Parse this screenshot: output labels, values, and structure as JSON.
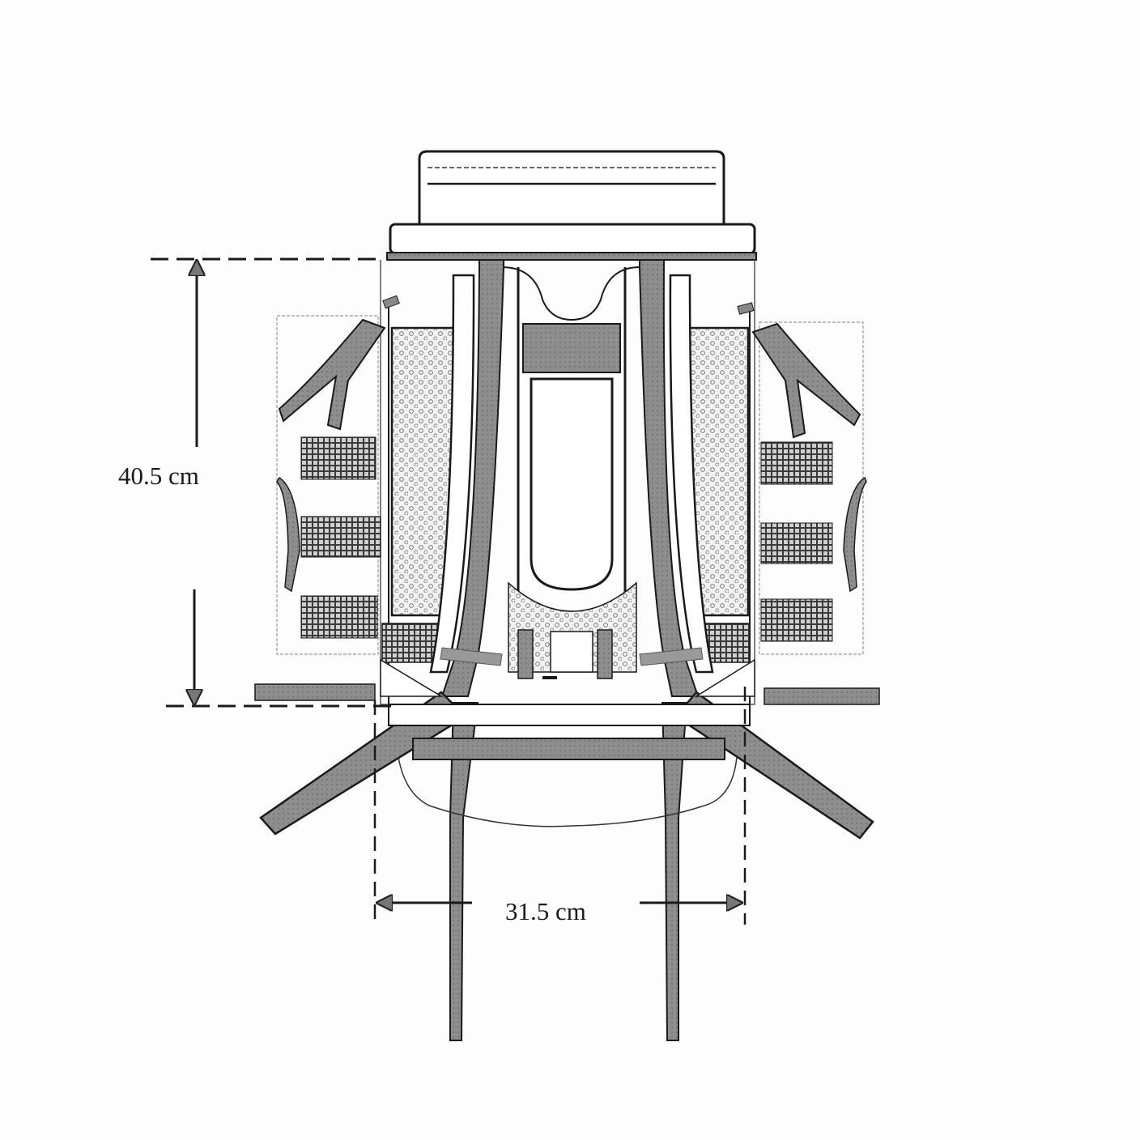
{
  "figure": {
    "subject": "backpack harness / suspension system (rear view)",
    "colors": {
      "background": "#fdfdfd",
      "line": "#1a1a1a",
      "strap_fill": "#8e8e8e",
      "mesh_fill": "#e4e4e4",
      "grid_fill": "#6a6a6a"
    }
  },
  "dimensions": {
    "height": {
      "label": "40.5 cm",
      "orientation": "vertical"
    },
    "width": {
      "label": "31.5 cm",
      "orientation": "horizontal"
    }
  }
}
